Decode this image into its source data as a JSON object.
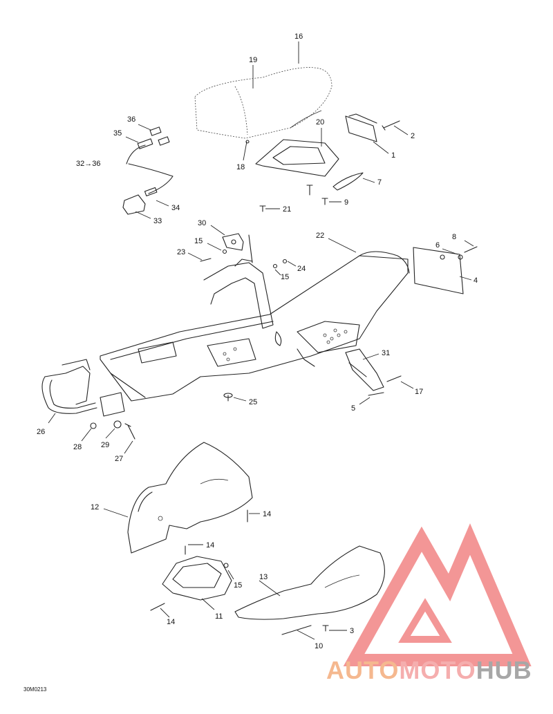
{
  "diagram": {
    "code": "30M0213",
    "callouts": [
      "16",
      "19",
      "20",
      "2",
      "1",
      "18",
      "36",
      "35",
      "32→36",
      "7",
      "9",
      "21",
      "34",
      "33",
      "30",
      "22",
      "8",
      "6",
      "15",
      "23",
      "24",
      "15",
      "4",
      "31",
      "17",
      "5",
      "25",
      "26",
      "28",
      "29",
      "27",
      "12",
      "14",
      "14",
      "15",
      "13",
      "11",
      "14",
      "3",
      "10"
    ]
  },
  "watermark": {
    "part1": "AUTO",
    "part2": "MOTO",
    "part3": "HUB",
    "colors": {
      "auto": "#f4b183",
      "moto": "#f4a6a6",
      "hub": "#9e9e9e",
      "logo": "#f28b8b"
    }
  }
}
